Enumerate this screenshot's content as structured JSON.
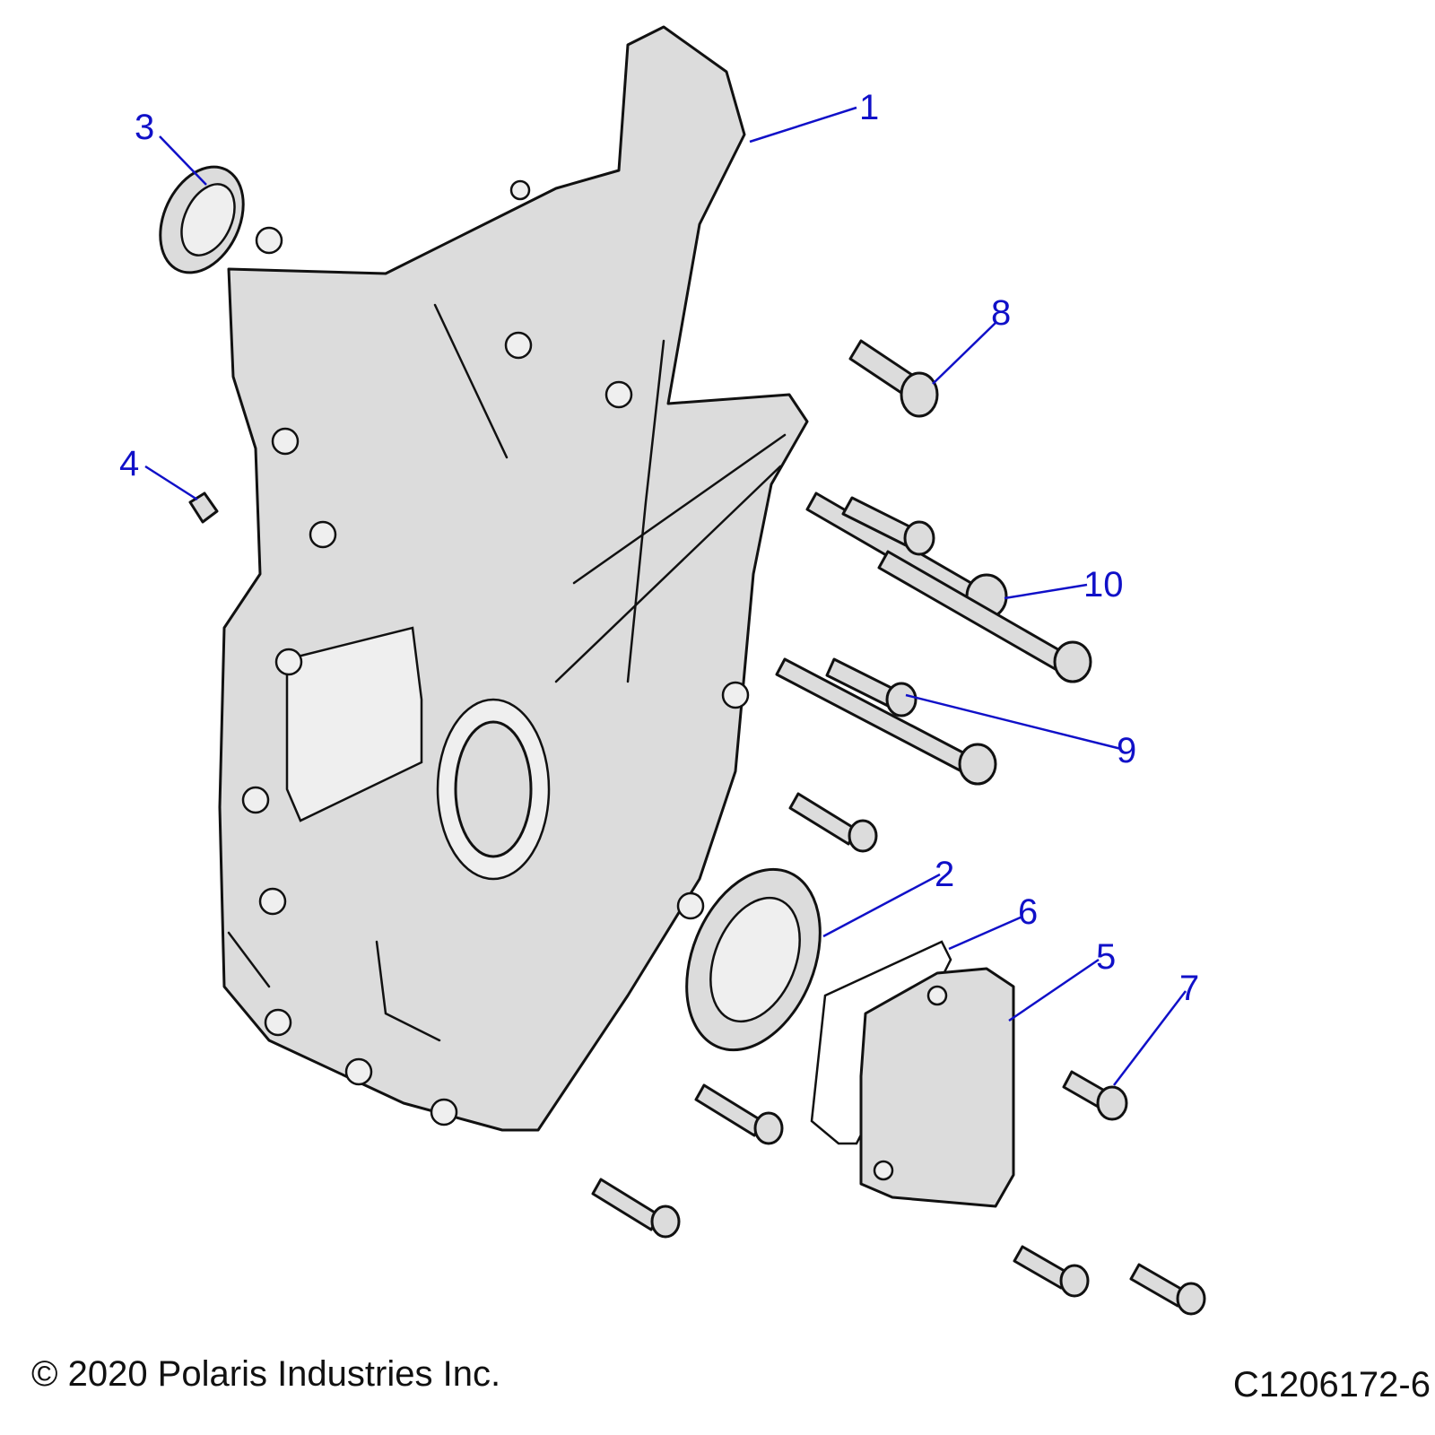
{
  "callouts": [
    {
      "id": "1",
      "label": "1"
    },
    {
      "id": "2",
      "label": "2"
    },
    {
      "id": "3",
      "label": "3"
    },
    {
      "id": "4",
      "label": "4"
    },
    {
      "id": "5",
      "label": "5"
    },
    {
      "id": "6",
      "label": "6"
    },
    {
      "id": "7",
      "label": "7"
    },
    {
      "id": "8",
      "label": "8"
    },
    {
      "id": "9",
      "label": "9"
    },
    {
      "id": "10",
      "label": "10"
    }
  ],
  "footer": {
    "copyright": "© 2020 Polaris Industries Inc.",
    "drawing_number": "C1206172-6"
  },
  "colors": {
    "callout": "#1010c8",
    "line": "#111111",
    "part_fill": "#dcdcdc"
  }
}
